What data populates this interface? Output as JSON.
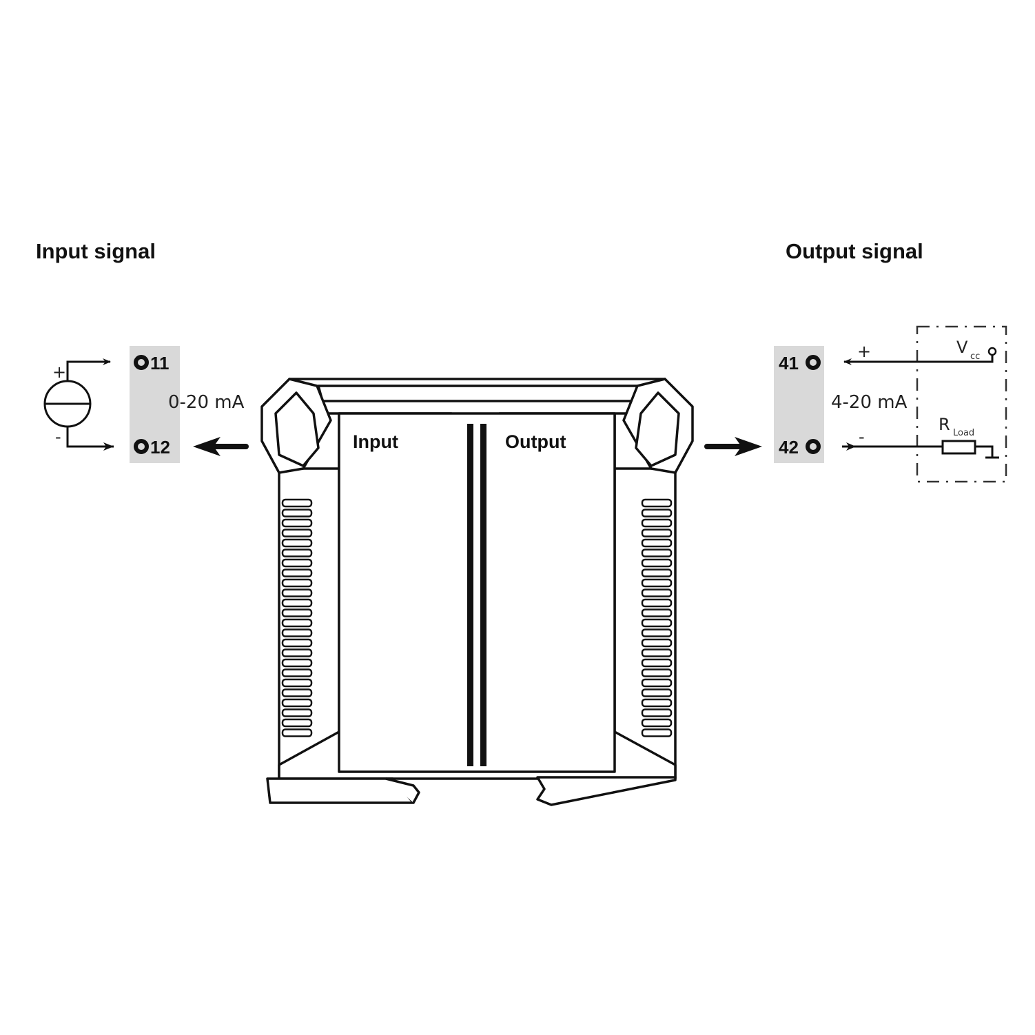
{
  "input": {
    "heading": "Input signal",
    "terminals": [
      "11",
      "12"
    ],
    "range": "0-20 mA",
    "plus": "+",
    "minus": "-"
  },
  "output": {
    "heading": "Output signal",
    "terminals": [
      "41",
      "42"
    ],
    "range": "4-20 mA",
    "plus": "+",
    "minus": "-",
    "vcc": "V",
    "vcc_sub": "cc",
    "rload": "R",
    "rload_sub": "Load"
  },
  "device": {
    "input_label": "Input",
    "output_label": "Output"
  },
  "colors": {
    "terminal_block": "#d9d9d9",
    "line": "#111111"
  }
}
